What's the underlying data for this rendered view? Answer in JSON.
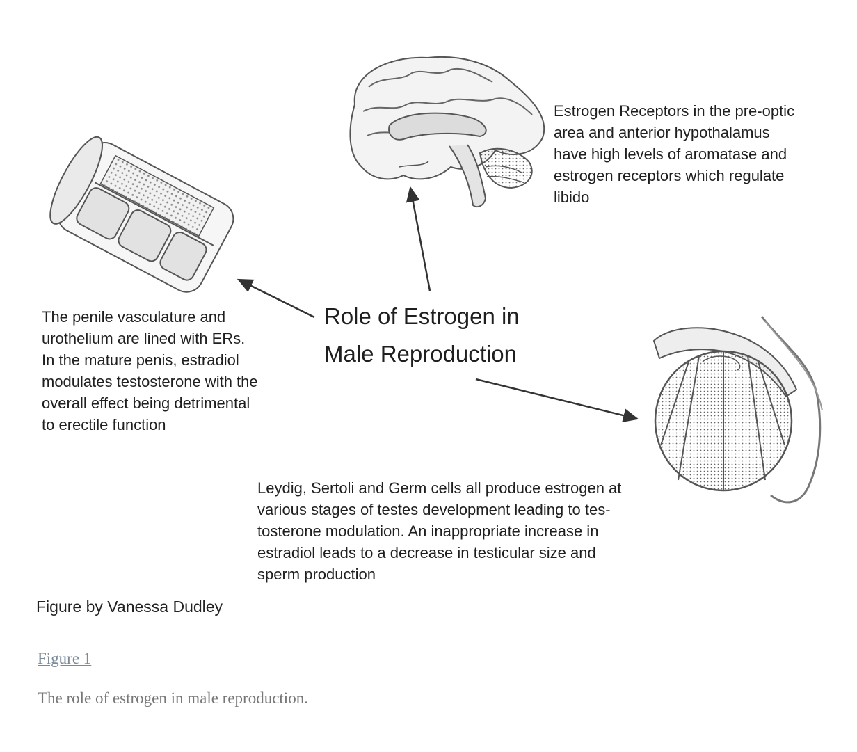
{
  "center_title": {
    "line1": "Role of Estrogen in",
    "line2": "Male Reproduction"
  },
  "brain": {
    "icon": "brain-illustration",
    "text": [
      "Estrogen Receptors in the pre-optic",
      "area and anterior hypothalamus",
      "have high levels of aromatase and",
      "estrogen receptors which regulate",
      "libido"
    ]
  },
  "penis": {
    "icon": "penile-tissue-illustration",
    "text": [
      "The penile vasculature and",
      "urothelium are lined with ERs.",
      "In the mature penis, estradiol",
      "modulates testosterone with the",
      "overall effect being detrimental",
      "to erectile function"
    ]
  },
  "testis": {
    "icon": "testis-illustration",
    "text": [
      "Leydig, Sertoli and Germ cells all produce estrogen at",
      "various stages of testes development leading to tes-",
      "tosterone modulation. An inappropriate increase in",
      "estradiol leads to a decrease in testicular size and",
      "sperm production"
    ]
  },
  "credit": "Figure by Vanessa Dudley",
  "figure_link": "Figure 1",
  "caption": "The role of estrogen in male reproduction."
}
